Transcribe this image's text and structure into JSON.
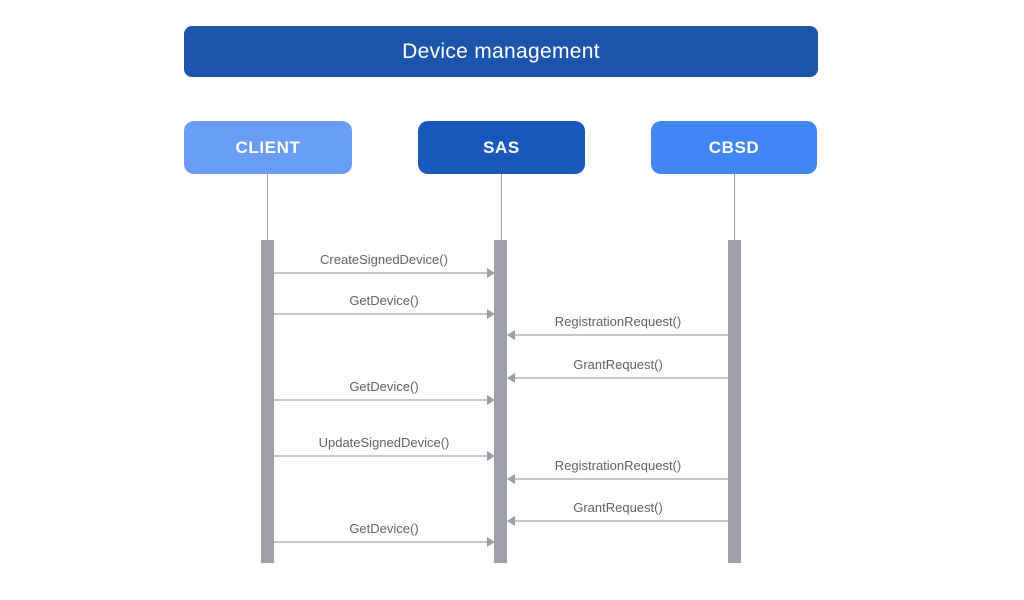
{
  "title": "Device management",
  "actors": [
    {
      "name": "CLIENT",
      "color": "#699cf5"
    },
    {
      "name": "SAS",
      "color": "#1b58bb"
    },
    {
      "name": "CBSD",
      "color": "#4285f4"
    }
  ],
  "messages": [
    {
      "label": "CreateSignedDevice()",
      "from": "CLIENT",
      "to": "SAS"
    },
    {
      "label": "GetDevice()",
      "from": "CLIENT",
      "to": "SAS"
    },
    {
      "label": "RegistrationRequest()",
      "from": "CBSD",
      "to": "SAS"
    },
    {
      "label": "GrantRequest()",
      "from": "CBSD",
      "to": "SAS"
    },
    {
      "label": "GetDevice()",
      "from": "CLIENT",
      "to": "SAS"
    },
    {
      "label": "UpdateSignedDevice()",
      "from": "CLIENT",
      "to": "SAS"
    },
    {
      "label": "RegistrationRequest()",
      "from": "CBSD",
      "to": "SAS"
    },
    {
      "label": "GrantRequest()",
      "from": "CBSD",
      "to": "SAS"
    },
    {
      "label": "GetDevice()",
      "from": "CLIENT",
      "to": "SAS"
    }
  ],
  "colors": {
    "title_banner": "#1e55ac",
    "lifeline": "#9aa0a6",
    "activation_bar": "#9ba1a7",
    "message_line": "#c3c7cc",
    "message_text": "#5f6368"
  }
}
